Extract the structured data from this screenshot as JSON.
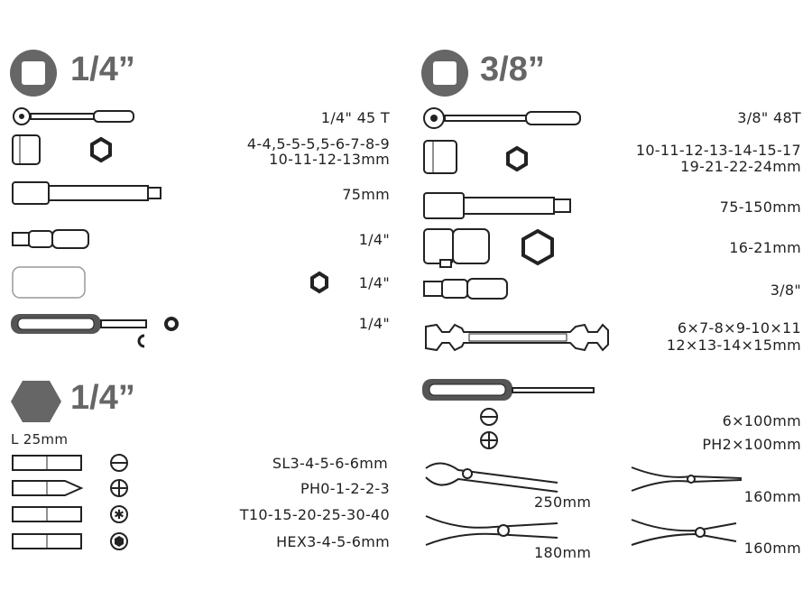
{
  "colors": {
    "heading": "#666666",
    "ink": "#222222"
  },
  "left": {
    "drive_heading": "1/4”",
    "items": [
      {
        "tool": "ratchet",
        "label": "1/4\" 45 T"
      },
      {
        "tool": "sockets",
        "label_line1": "4-4,5-5-5,5-6-7-8-9",
        "label_line2": "10-11-12-13mm"
      },
      {
        "tool": "extension-bar",
        "label": "75mm"
      },
      {
        "tool": "universal-joint",
        "label": "1/4\""
      },
      {
        "tool": "spark-plug-socket",
        "label": "1/4\""
      },
      {
        "tool": "bit-holder-screwdriver",
        "label": "1/4\""
      }
    ],
    "bits_heading": "1/4”",
    "bit_length": "L 25mm",
    "bits": [
      {
        "type": "slotted",
        "label": "SL3-4-5-6-6mm"
      },
      {
        "type": "phillips",
        "label": "PH0-1-2-2-3"
      },
      {
        "type": "torx",
        "label": "T10-15-20-25-30-40"
      },
      {
        "type": "hex",
        "label": "HEX3-4-5-6mm"
      }
    ]
  },
  "right": {
    "drive_heading": "3/8”",
    "items": [
      {
        "tool": "ratchet",
        "label": "3/8\" 48T"
      },
      {
        "tool": "sockets",
        "label_line1": "10-11-12-13-14-15-17",
        "label_line2": "19-21-22-24mm"
      },
      {
        "tool": "extension-bar",
        "label": "75-150mm"
      },
      {
        "tool": "spark-plug-socket",
        "label": "16-21mm"
      },
      {
        "tool": "universal-joint",
        "label": "3/8\""
      },
      {
        "tool": "open-end-wrench",
        "label_line1": "6×7-8×9-10×11",
        "label_line2": "12×13-14×15mm"
      },
      {
        "tool": "screwdriver",
        "label_line1": "6×100mm",
        "label_line2": "PH2×100mm"
      }
    ],
    "pliers": [
      {
        "tool": "water-pump-pliers",
        "label": "250mm"
      },
      {
        "tool": "long-nose-pliers",
        "label": "160mm"
      },
      {
        "tool": "combination-pliers",
        "label": "180mm"
      },
      {
        "tool": "diagonal-cutters",
        "label": "160mm"
      }
    ]
  }
}
